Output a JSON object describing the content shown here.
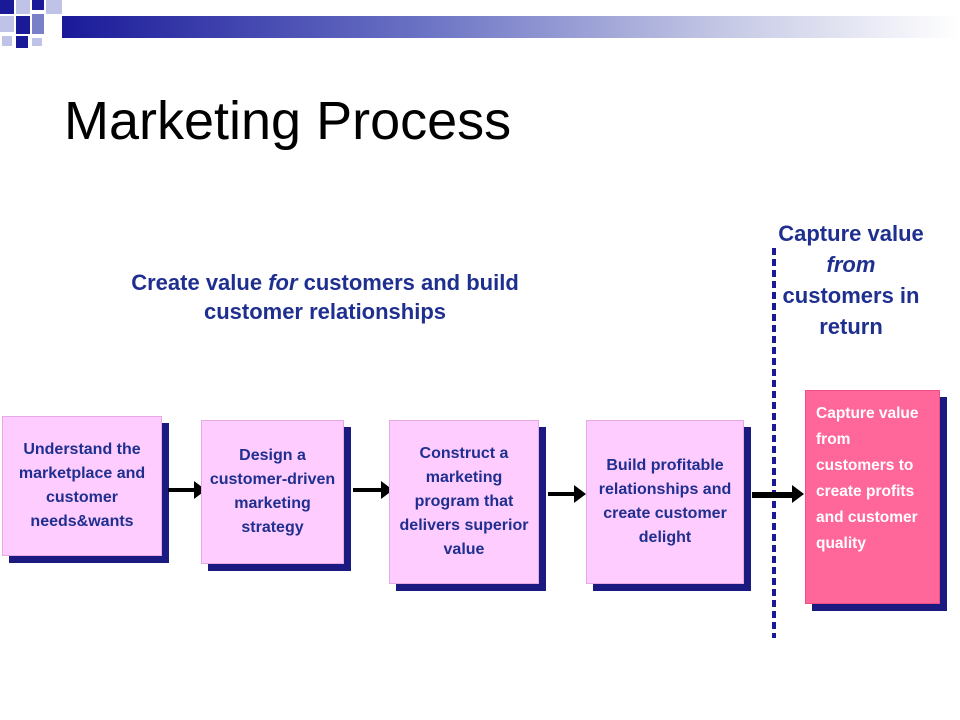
{
  "title": "Marketing Process",
  "heading_left": {
    "part1": "Create value ",
    "emph": "for",
    "part2": " customers and build customer relationships"
  },
  "heading_right": {
    "part1": "Capture value ",
    "emph": "from",
    "part2": " customers in return"
  },
  "steps": [
    "Understand the marketplace and customer needs&wants",
    "Design a customer-driven marketing strategy",
    "Construct a marketing program that delivers superior value",
    "Build profitable relationships and create customer delight"
  ],
  "final_step": "Capture value from customers to create profits and customer quality",
  "colors": {
    "box_fill": "#ffccff",
    "box_shadow": "#1a1a80",
    "text_blue": "#1f2f8f",
    "final_fill": "#ff6699"
  }
}
